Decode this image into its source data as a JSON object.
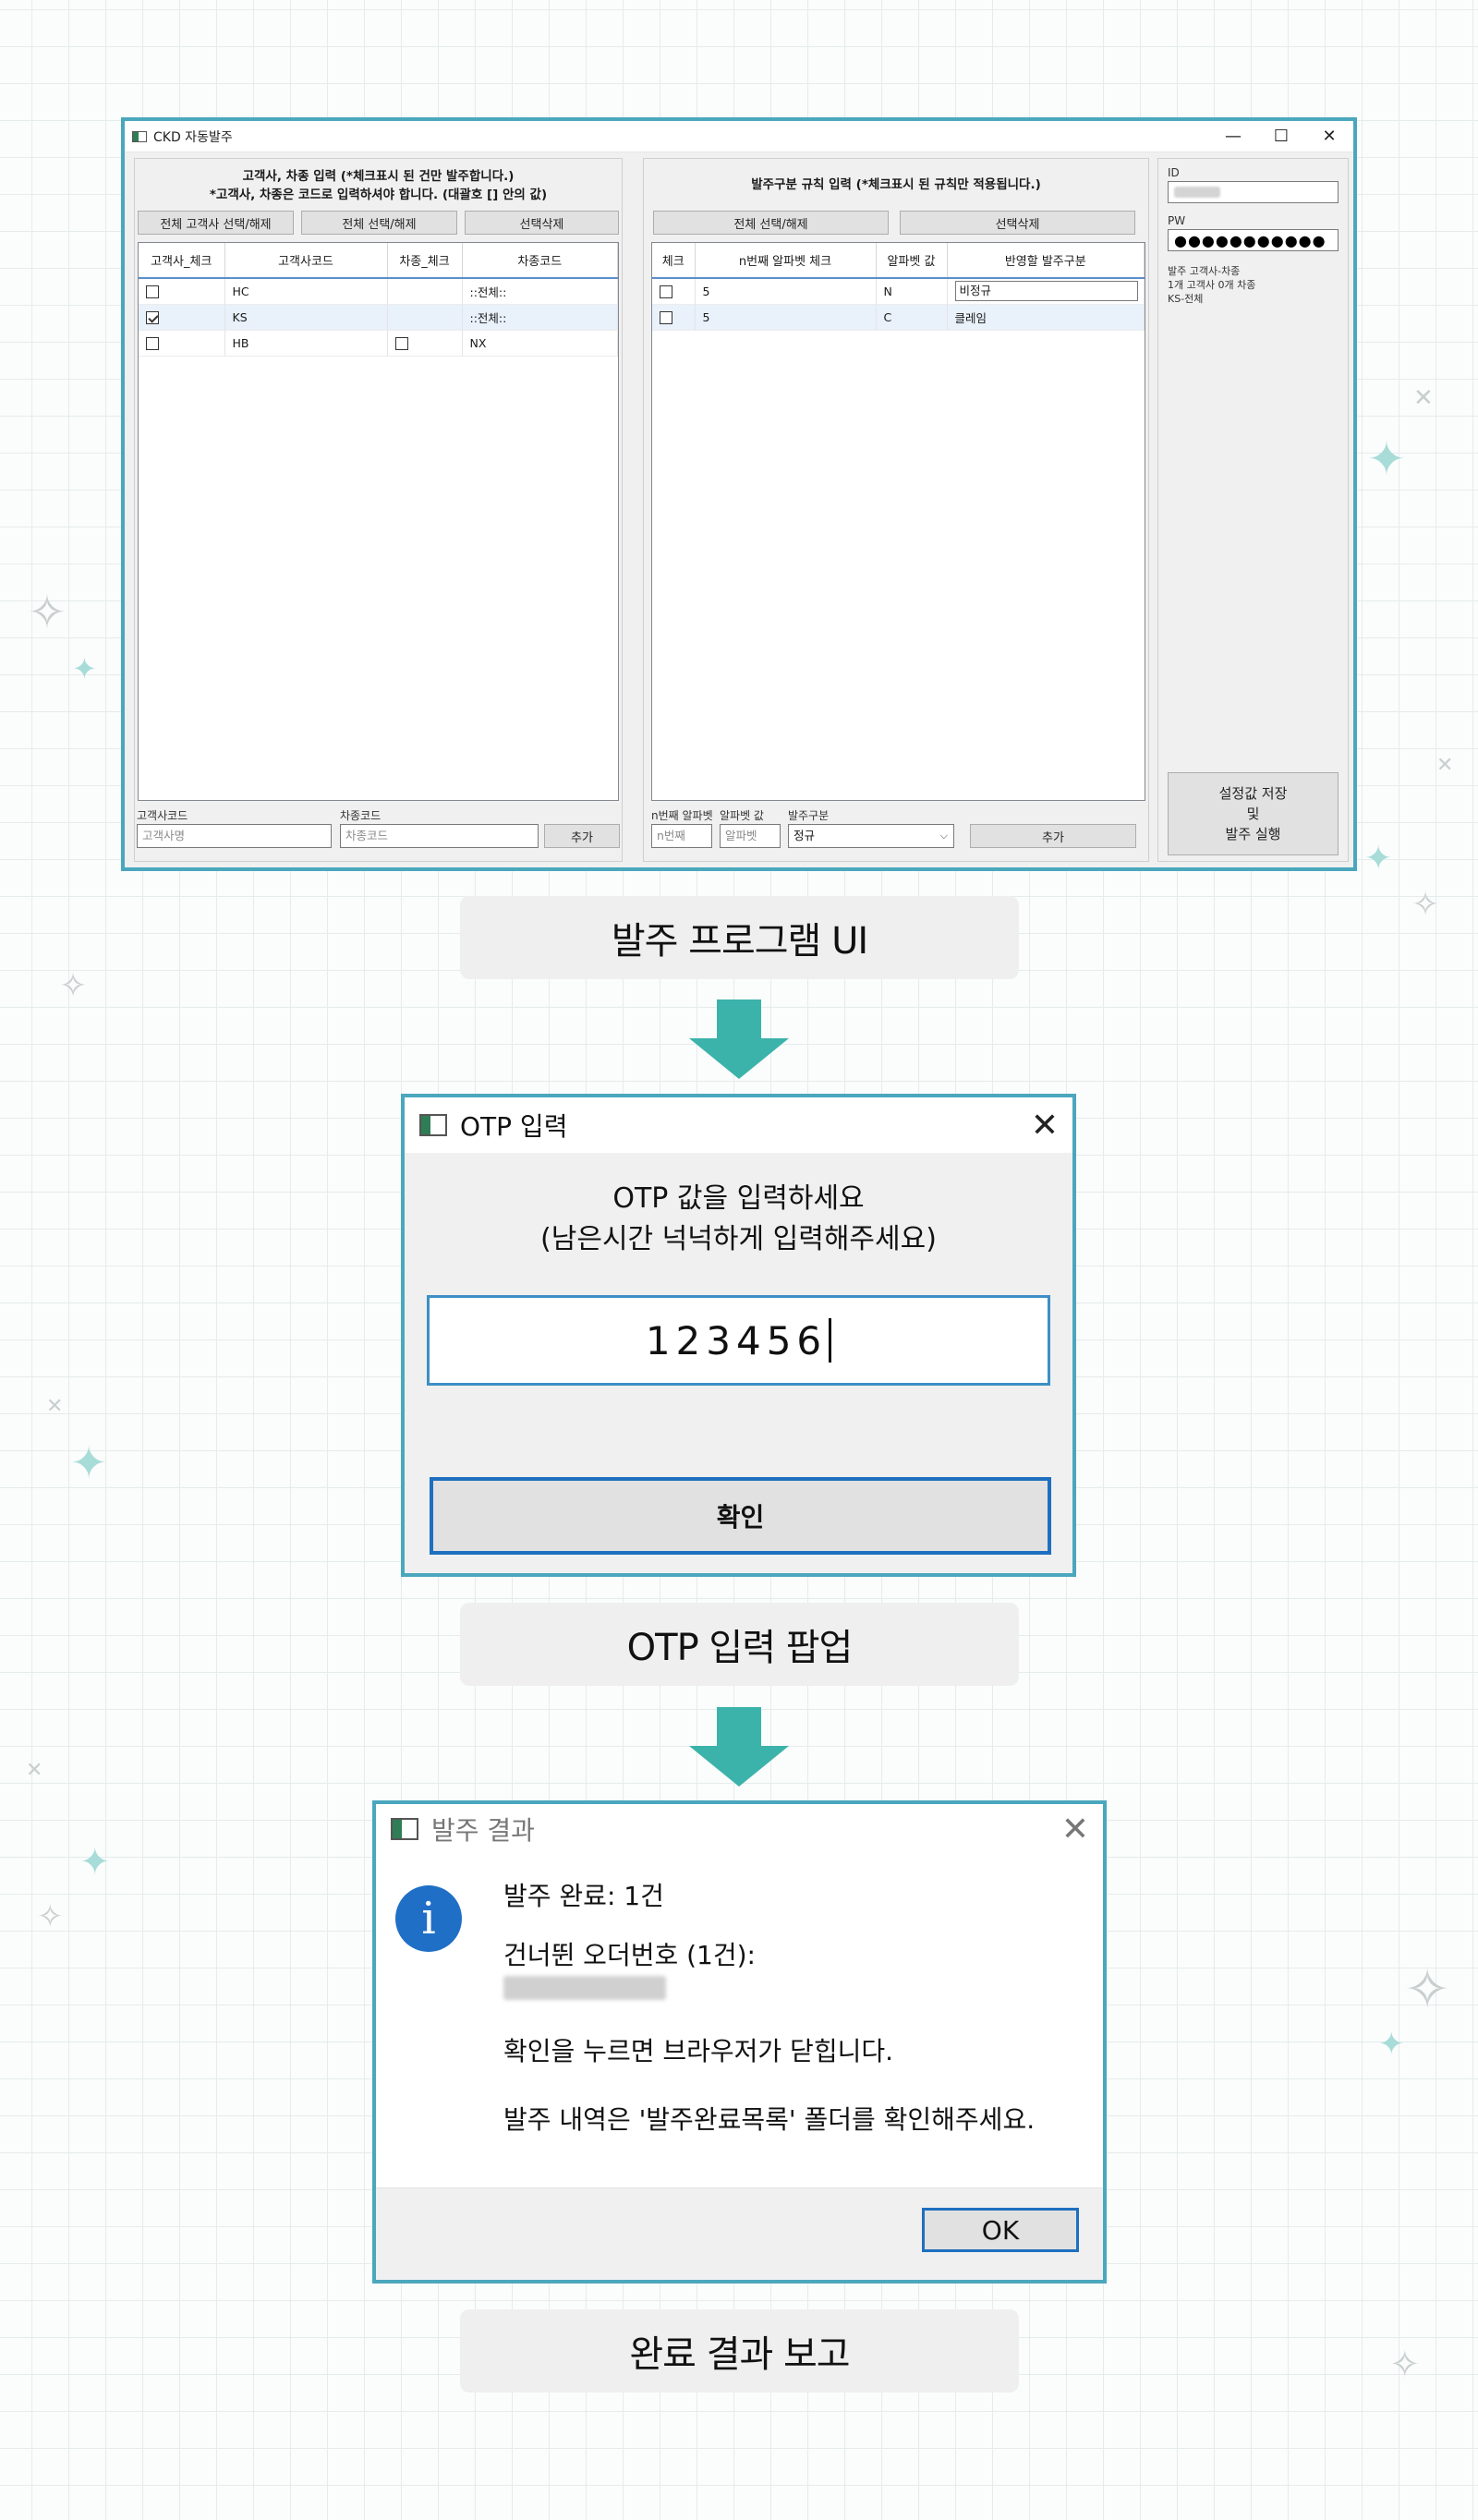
{
  "main_window": {
    "title": "CKD 자동발주",
    "customer_panel": {
      "header_line1": "고객사, 차종 입력 (*체크표시 된 건만 발주합니다.)",
      "header_line2": "*고객사, 차종은 코드로 입력하셔야 합니다. (대괄호 [] 안의 값)",
      "buttons": [
        "전체 고객사 선택/해제",
        "전체 선택/해제",
        "선택삭제"
      ],
      "columns": [
        "고객사_체크",
        "고객사코드",
        "차종_체크",
        "차종코드"
      ],
      "rows": [
        {
          "customer_checked": false,
          "customer_code": "HC",
          "model_checkbox": false,
          "model_checked": false,
          "model_code": "::전체::"
        },
        {
          "customer_checked": true,
          "customer_code": "KS",
          "model_checkbox": false,
          "model_checked": false,
          "model_code": "::전체::"
        },
        {
          "customer_checked": false,
          "customer_code": "HB",
          "model_checkbox": true,
          "model_checked": false,
          "model_code": "NX"
        }
      ],
      "customer_code_label": "고객사코드",
      "customer_code_placeholder": "고객사명",
      "model_code_label": "차종코드",
      "model_code_placeholder": "차종코드",
      "add_button": "추가"
    },
    "rule_panel": {
      "header": "발주구분 규칙 입력 (*체크표시 된 규칙만 적용됩니다.)",
      "buttons": [
        "전체 선택/해제",
        "선택삭제"
      ],
      "columns": [
        "체크",
        "n번째 알파벳 체크",
        "알파벳 값",
        "반영할 발주구분"
      ],
      "rows": [
        {
          "checked": false,
          "n": "5",
          "alpha": "N",
          "type": "비정규"
        },
        {
          "checked": false,
          "n": "5",
          "alpha": "C",
          "type": "클레임"
        }
      ],
      "n_label": "n번째 알파벳",
      "n_placeholder": "n번째",
      "alpha_label": "알파벳 값",
      "alpha_placeholder": "알파벳",
      "type_label": "발주구분",
      "type_value": "정규",
      "add_button": "추가"
    },
    "login_panel": {
      "id_label": "ID",
      "pw_label": "PW",
      "pw_value": "●●●●●●●●●●●",
      "summary_lines": [
        "발주 고객사-차종",
        "1개 고객사 0개 차종",
        "KS-전체"
      ],
      "run_button_lines": [
        "설정값 저장",
        "및",
        "발주 실행"
      ]
    }
  },
  "captions": [
    "발주 프로그램 UI",
    "OTP 입력 팝업",
    "완료 결과 보고"
  ],
  "otp_dialog": {
    "title": "OTP 입력",
    "message_line1": "OTP 값을 입력하세요",
    "message_line2": "(남은시간 넉넉하게 입력해주세요)",
    "input_value": "123456",
    "confirm_button": "확인"
  },
  "result_dialog": {
    "title": "발주 결과",
    "line_completed": "발주 완료: 1건",
    "line_skipped": "건너뛴 오더번호 (1건):",
    "line_browser": "확인을 누르면 브라우저가 닫힙니다.",
    "line_folder": "발주 내역은 '발주완료목록' 폴더를 확인해주세요.",
    "ok_button": "OK"
  },
  "colors": {
    "window_border": "#4aa7bd",
    "arrow": "#3bb3aa",
    "focus_blue": "#1e6fbf",
    "info_icon": "#1f6fc6"
  }
}
